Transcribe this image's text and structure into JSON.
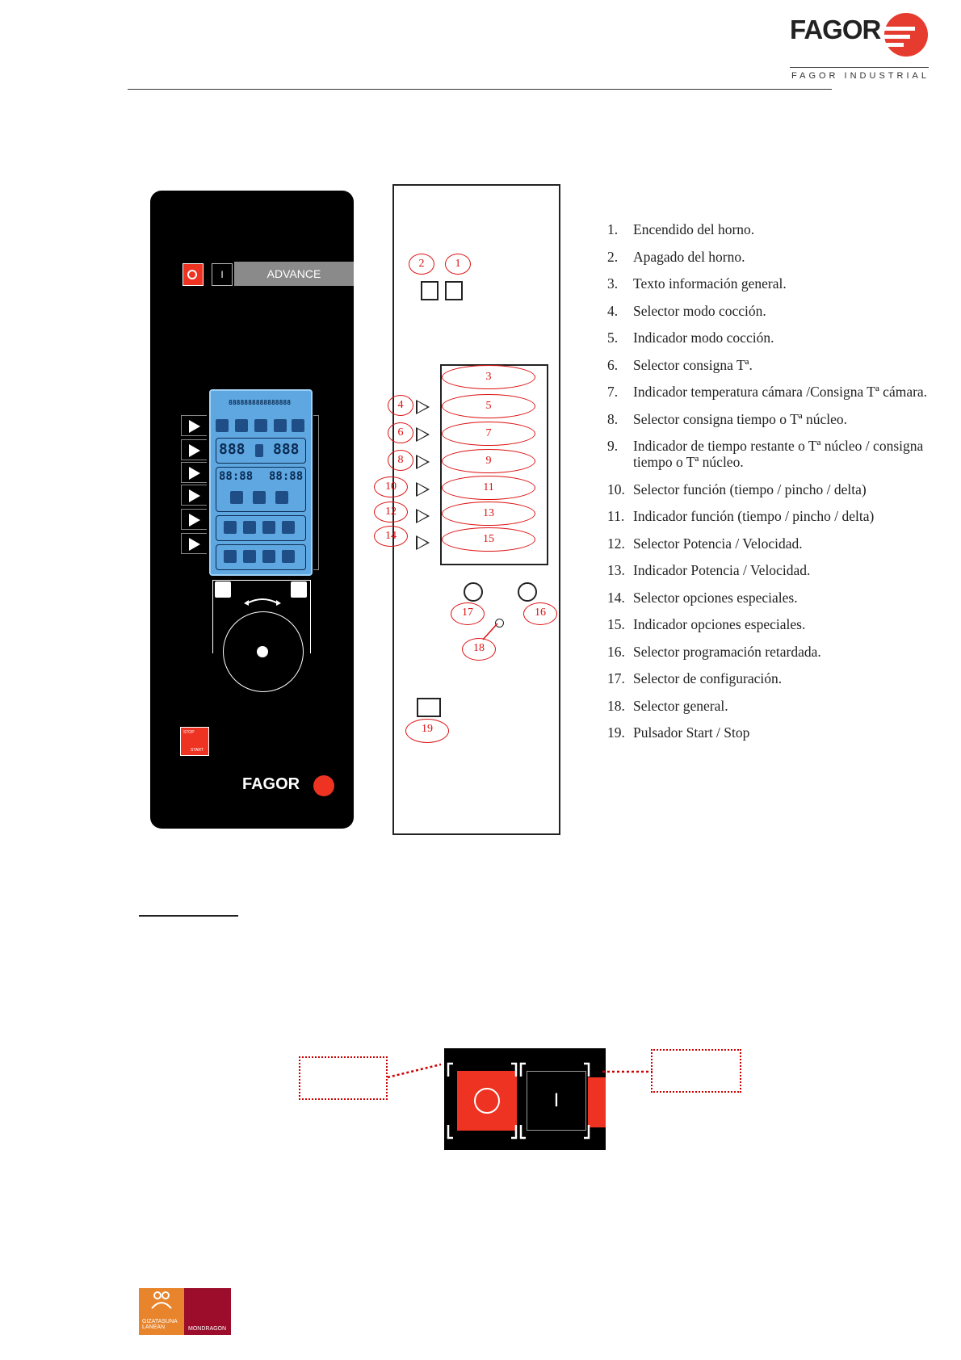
{
  "header": {
    "brand": "FAGOR",
    "brand_sub": "FAGOR INDUSTRIAL"
  },
  "panel": {
    "title": "ADVANCE",
    "power_on_label": "I",
    "lcd_top": "8888888888888888",
    "lcd_temp_left": "888",
    "lcd_temp_right": "888",
    "lcd_time_left": "88:88",
    "lcd_time_right": "88:88",
    "start_stop_top": "STOP",
    "start_stop_bottom": "START",
    "logo": "FAGOR"
  },
  "schematic": {
    "callouts": [
      "1",
      "2",
      "3",
      "4",
      "5",
      "6",
      "7",
      "8",
      "9",
      "10",
      "11",
      "12",
      "13",
      "14",
      "15",
      "16",
      "17",
      "18",
      "19"
    ]
  },
  "legend": [
    {
      "n": "1.",
      "text": "Encendido del horno."
    },
    {
      "n": "2.",
      "text": "Apagado del horno."
    },
    {
      "n": "3.",
      "text": "Texto información general."
    },
    {
      "n": "4.",
      "text": "Selector modo cocción."
    },
    {
      "n": "5.",
      "text": "Indicador modo cocción."
    },
    {
      "n": "6.",
      "text": "Selector consigna Tª."
    },
    {
      "n": "7.",
      "text": "Indicador temperatura cámara /Consigna Tª cámara."
    },
    {
      "n": "8.",
      "text": "Selector  consigna tiempo o Tª núcleo."
    },
    {
      "n": "9.",
      "text": "Indicador de tiempo restante o Tª núcleo / consigna tiempo o Tª núcleo."
    },
    {
      "n": "10.",
      "text": "Selector función (tiempo / pincho / delta)"
    },
    {
      "n": "11.",
      "text": "Indicador función (tiempo / pincho / delta)"
    },
    {
      "n": "12.",
      "text": "Selector Potencia / Velocidad."
    },
    {
      "n": "13.",
      "text": "Indicador Potencia / Velocidad."
    },
    {
      "n": "14.",
      "text": "Selector opciones especiales."
    },
    {
      "n": "15.",
      "text": "Indicador opciones especiales."
    },
    {
      "n": "16.",
      "text": "Selector programación retardada."
    },
    {
      "n": "17.",
      "text": "Selector de configuración."
    },
    {
      "n": "18.",
      "text": "Selector general."
    },
    {
      "n": "19.",
      "text": "Pulsador Start / Stop"
    }
  ],
  "detail": {
    "on_label": "I"
  },
  "footer": {
    "logo_left": "GIZATASUNA LANEAN",
    "logo_right": "MONDRAGON"
  }
}
